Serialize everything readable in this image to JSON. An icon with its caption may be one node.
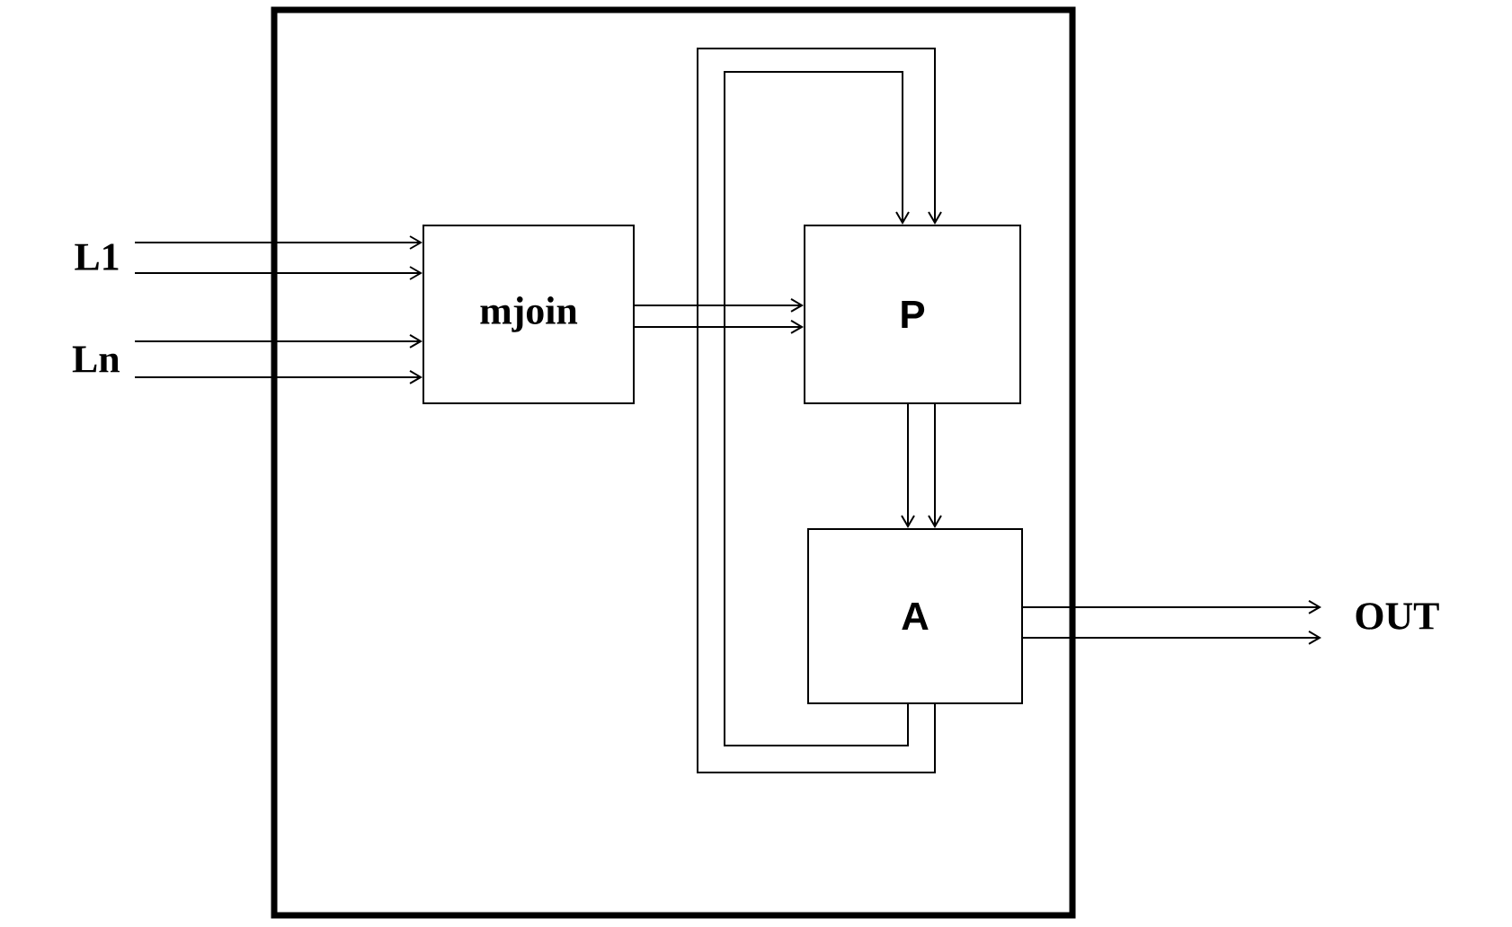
{
  "diagram": {
    "nodes": [
      {
        "text": [],
        "shape": "box"
      },
      {
        "text": [
          "L1"
        ]
      },
      {
        "text": [
          "Ln"
        ]
      },
      {
        "text": [
          "mjoin"
        ],
        "in": 0
      },
      {
        "text": [
          "P"
        ],
        "in": 0
      },
      {
        "text": [
          "A"
        ],
        "in": 0
      },
      {
        "text": [
          "OUT"
        ]
      }
    ],
    "edges": [
      {
        "from": 1,
        "to": 3,
        "arrow": "to"
      },
      {
        "from": 1,
        "to": 3,
        "arrow": "to"
      },
      {
        "from": 2,
        "to": 3,
        "arrow": "to"
      },
      {
        "from": 2,
        "to": 3,
        "arrow": "to"
      },
      {
        "from": 3,
        "to": 4,
        "arrow": "to"
      },
      {
        "from": 3,
        "to": 4,
        "arrow": "to"
      },
      {
        "from": 4,
        "to": 5,
        "arrow": "to"
      },
      {
        "from": 4,
        "to": 5,
        "arrow": "to"
      },
      {
        "from": 5,
        "to": 6,
        "arrow": "to"
      },
      {
        "from": 5,
        "to": 6,
        "arrow": "to"
      },
      {
        "from": 5,
        "to": 4,
        "arrow": "to"
      },
      {
        "from": 5,
        "to": 4,
        "arrow": "to"
      }
    ]
  }
}
